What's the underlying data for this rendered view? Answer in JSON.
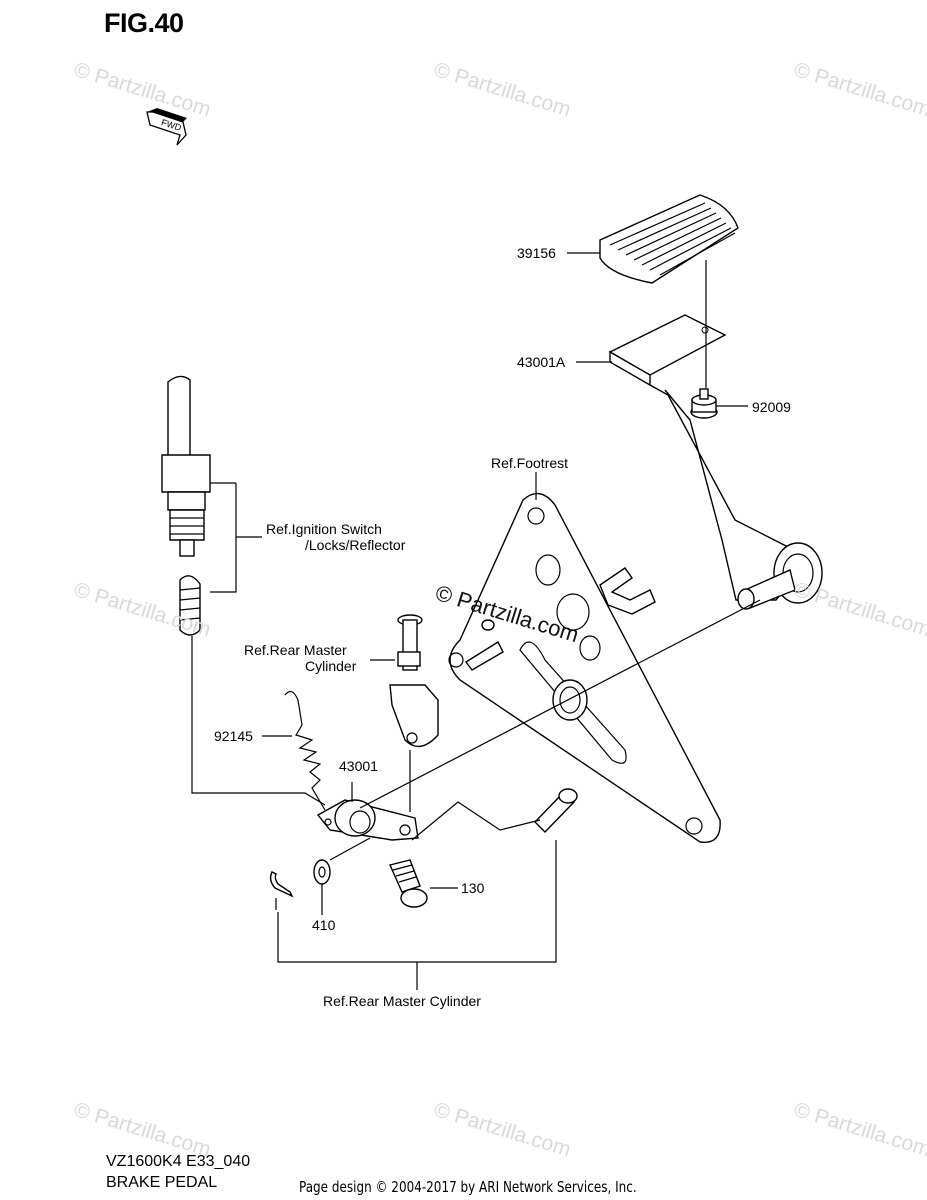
{
  "figure_title": "FIG.40",
  "fwd_label": "FWD",
  "watermark_text": "© Partzilla.com",
  "center_watermark": "© Partzilla.com",
  "callouts": {
    "p39156": "39156",
    "p43001A": "43001A",
    "p92009": "92009",
    "ref_footrest": "Ref.Footrest",
    "ref_ignition_line1": "Ref.Ignition Switch",
    "ref_ignition_line2": "/Locks/Reflector",
    "ref_rear_master_line1": "Ref.Rear Master",
    "ref_rear_master_line2": "Cylinder",
    "p92145": "92145",
    "p43001": "43001",
    "p130": "130",
    "p410": "410",
    "ref_rear_master_bottom": "Ref.Rear Master Cylinder"
  },
  "footer": {
    "model_code": "VZ1600K4 E33_040",
    "section_name": "BRAKE PEDAL",
    "page_design": "Page design © 2004-2017 by ARI Network Services, Inc."
  }
}
